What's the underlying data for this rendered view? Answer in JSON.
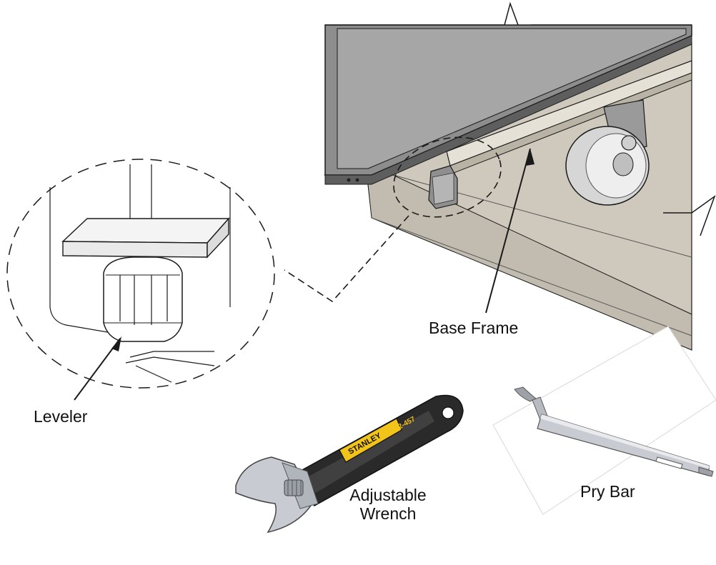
{
  "labels": {
    "base_frame": "Base Frame",
    "leveler": "Leveler",
    "wrench_line1": "Adjustable",
    "wrench_line2": "Wrench",
    "pry_bar": "Pry Bar",
    "wrench_brand": "STANLEY",
    "wrench_model": "92-457"
  },
  "colors": {
    "line": "#1a1a1a",
    "panel_dark": "#8d8d8d",
    "panel_mid": "#a9a9a9",
    "frame_tan": "#cfc9bd",
    "metal": "#c8ccd2"
  }
}
